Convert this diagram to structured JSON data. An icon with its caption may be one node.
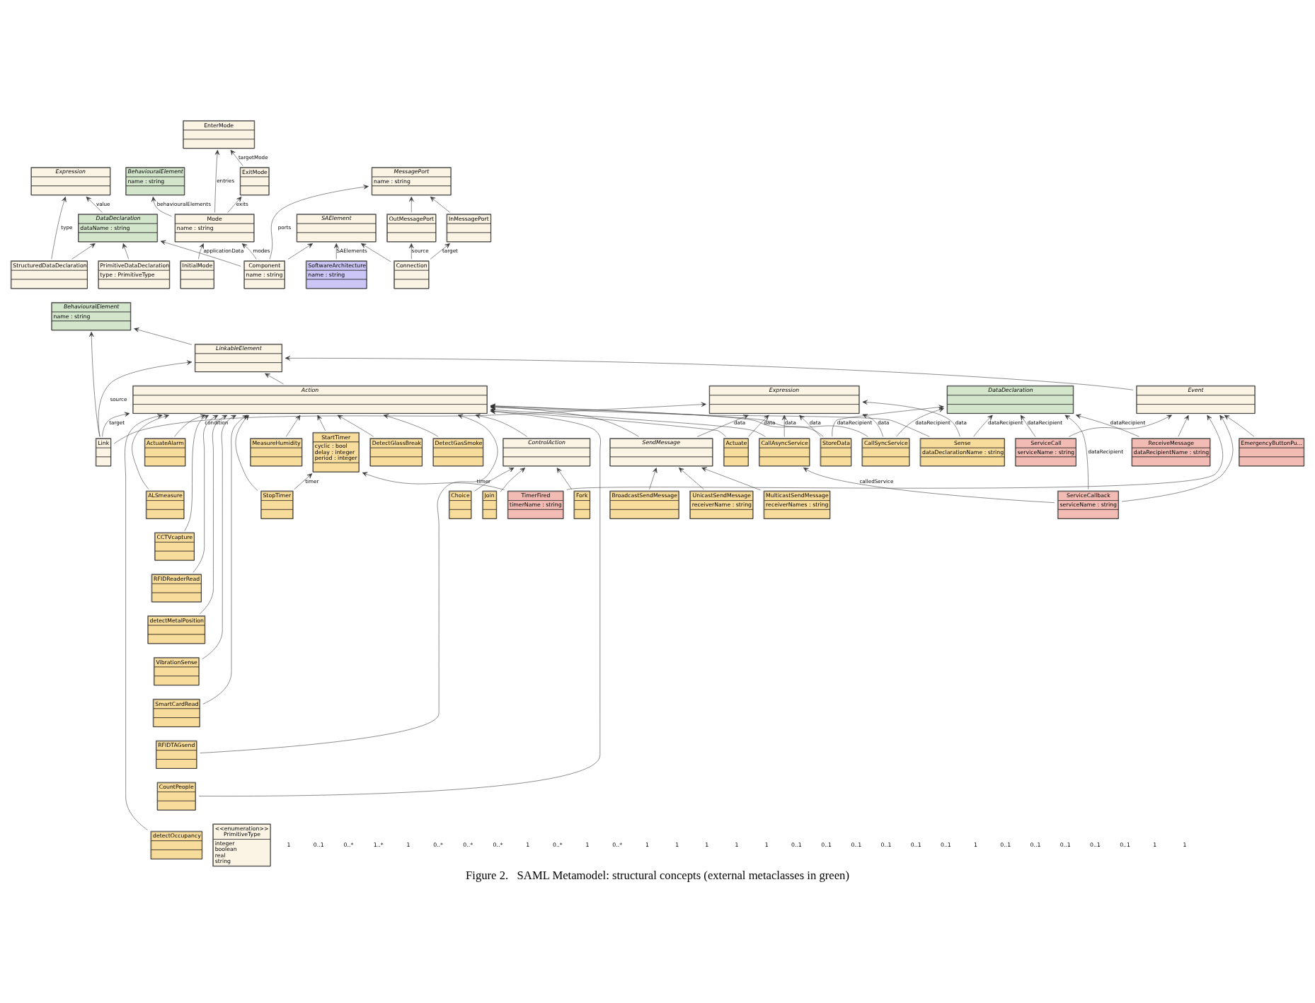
{
  "diagram": {
    "caption": "Figure 2.   SAML Metamodel: structural concepts (external metaclasses in green)",
    "nodes": [
      {
        "text": [
          "<<enumeration>>",
          "PrimitiveType",
          "integer",
          "boolean",
          "real",
          "string"
        ]
      },
      {
        "text": [
          "Expression"
        ]
      },
      {
        "text": [
          "InitialMode"
        ]
      },
      {
        "text": [
          "BehaviouralElement",
          "name : string"
        ]
      },
      {
        "text": [
          "EnterMode"
        ]
      },
      {
        "text": [
          "Mode",
          "name : string"
        ]
      },
      {
        "text": [
          "SoftwareArchitecture",
          "name : string"
        ]
      },
      {
        "text": [
          "OutMessagePort"
        ]
      },
      {
        "text": [
          "SAElement"
        ]
      },
      {
        "text": [
          "MessagePort",
          "name : string"
        ]
      },
      {
        "text": [
          "StructuredDataDeclaration"
        ]
      },
      {
        "text": [
          "ExitMode"
        ]
      },
      {
        "text": [
          "Component",
          "name : string"
        ]
      },
      {
        "text": [
          "Connection"
        ]
      },
      {
        "text": [
          "InMessagePort"
        ]
      },
      {
        "text": [
          "PrimitiveDataDeclaration",
          "type : PrimitiveType"
        ]
      },
      {
        "text": [
          "DataDeclaration",
          "dataName : string"
        ]
      },
      {
        "text": [
          "ActuateAlarm"
        ]
      },
      {
        "text": [
          "ALSmeasure"
        ]
      },
      {
        "text": [
          "CCTVcapture"
        ]
      },
      {
        "text": [
          "RFIDReaderRead"
        ]
      },
      {
        "text": [
          "detectMetalPosition"
        ]
      },
      {
        "text": [
          "VibrationSense"
        ]
      },
      {
        "text": [
          "SmartCardRead"
        ]
      },
      {
        "text": [
          "RFIDTAGsend"
        ]
      },
      {
        "text": [
          "CountPeople"
        ]
      },
      {
        "text": [
          "detectOccupancy"
        ]
      },
      {
        "text": [
          "MeasureHumidity"
        ]
      },
      {
        "text": [
          "DetectGlassBreak"
        ]
      },
      {
        "text": [
          "DetectGasSmoke"
        ]
      },
      {
        "text": [
          "Join"
        ]
      },
      {
        "text": [
          "Fork"
        ]
      },
      {
        "text": [
          "BehaviouralElement",
          "name : string"
        ]
      },
      {
        "text": [
          "Link"
        ]
      },
      {
        "text": [
          "LinkableElement"
        ]
      },
      {
        "text": [
          "TimerFired",
          "timerName : string"
        ]
      },
      {
        "text": [
          "StopTimer"
        ]
      },
      {
        "text": [
          "Choice"
        ]
      },
      {
        "text": [
          "ControlAction"
        ]
      },
      {
        "text": [
          "Action"
        ]
      },
      {
        "text": [
          "Event"
        ]
      },
      {
        "text": [
          "ServiceCall",
          "serviceName : string"
        ]
      },
      {
        "text": [
          "EmergencyButtonPu..."
        ]
      },
      {
        "text": [
          "Sense",
          "dataDeclarationName : string"
        ]
      },
      {
        "text": [
          "Actuate"
        ]
      },
      {
        "text": [
          "SendMessage"
        ]
      },
      {
        "text": [
          "CallSyncService"
        ]
      },
      {
        "text": [
          "CallAsyncService"
        ]
      },
      {
        "text": [
          "ServiceCallback",
          "serviceName : string"
        ]
      },
      {
        "text": [
          "StartTimer",
          "cyclic : bool",
          "delay : integer",
          "period : integer"
        ]
      },
      {
        "text": [
          "BroadcastSendMessage"
        ]
      },
      {
        "text": [
          "UnicastSendMessage",
          "receiverName : string"
        ]
      },
      {
        "text": [
          "MulticastSendMessage",
          "receiverNames : string"
        ]
      },
      {
        "text": [
          "ReceiveMessage",
          "dataRecipientName : string"
        ]
      },
      {
        "text": [
          "StoreData"
        ]
      },
      {
        "text": [
          "Expression"
        ]
      },
      {
        "text": [
          "DataDeclaration"
        ]
      }
    ],
    "edges": [
      {
        "from": 10,
        "to": 1,
        "arrow": "to",
        "label": "type"
      },
      {
        "from": 16,
        "to": 1,
        "arrow": "to",
        "label": "value"
      },
      {
        "from": 2,
        "to": 5,
        "arrow": "to"
      },
      {
        "from": 5,
        "to": 3,
        "arrow": "to",
        "label": "behaviouralElements"
      },
      {
        "from": 5,
        "to": 4,
        "arrow": "to",
        "label": "entries"
      },
      {
        "from": 11,
        "to": 4,
        "arrow": "to",
        "label": "targetMode"
      },
      {
        "from": 5,
        "to": 11,
        "arrow": "to",
        "label": "exits"
      },
      {
        "from": 12,
        "to": 5,
        "arrow": "to",
        "label": "modes"
      },
      {
        "from": 6,
        "to": 8,
        "arrow": "to",
        "label": "SAElements"
      },
      {
        "from": 12,
        "to": 8,
        "arrow": "to"
      },
      {
        "from": 13,
        "to": 8,
        "arrow": "to"
      },
      {
        "from": 13,
        "to": 7,
        "arrow": "to",
        "label": "source"
      },
      {
        "from": 13,
        "to": 14,
        "arrow": "to",
        "label": "target"
      },
      {
        "from": 7,
        "to": 9,
        "arrow": "to"
      },
      {
        "from": 14,
        "to": 9,
        "arrow": "to"
      },
      {
        "from": 12,
        "to": 9,
        "arrow": "to",
        "label": "ports"
      },
      {
        "from": 12,
        "to": 16,
        "arrow": "to",
        "label": "applicationData"
      },
      {
        "from": 10,
        "to": 16,
        "arrow": "to"
      },
      {
        "from": 15,
        "to": 16,
        "arrow": "to"
      },
      {
        "from": 17,
        "to": 39,
        "arrow": "to"
      },
      {
        "from": 18,
        "to": 39,
        "arrow": "to"
      },
      {
        "from": 19,
        "to": 39,
        "arrow": "to"
      },
      {
        "from": 20,
        "to": 39,
        "arrow": "to"
      },
      {
        "from": 21,
        "to": 39,
        "arrow": "to"
      },
      {
        "from": 22,
        "to": 39,
        "arrow": "to"
      },
      {
        "from": 23,
        "to": 39,
        "arrow": "to"
      },
      {
        "from": 24,
        "to": 39,
        "arrow": "to"
      },
      {
        "from": 25,
        "to": 39,
        "arrow": "to"
      },
      {
        "from": 26,
        "to": 39,
        "arrow": "to"
      },
      {
        "from": 27,
        "to": 39,
        "arrow": "to"
      },
      {
        "from": 28,
        "to": 39,
        "arrow": "to"
      },
      {
        "from": 29,
        "to": 39,
        "arrow": "to"
      },
      {
        "from": 34,
        "to": 32,
        "arrow": "to"
      },
      {
        "from": 33,
        "to": 32,
        "arrow": "to"
      },
      {
        "from": 33,
        "to": 34,
        "arrow": "to",
        "label": "source"
      },
      {
        "from": 33,
        "to": 39,
        "arrow": "to",
        "label": "target"
      },
      {
        "from": 33,
        "to": 55,
        "arrow": "to",
        "label": "condition"
      },
      {
        "from": 35,
        "to": 49,
        "arrow": "to",
        "label": "timer"
      },
      {
        "from": 36,
        "to": 49,
        "arrow": "to",
        "label": "timer"
      },
      {
        "from": 36,
        "to": 39,
        "arrow": "to"
      },
      {
        "from": 30,
        "to": 38,
        "arrow": "to"
      },
      {
        "from": 31,
        "to": 38,
        "arrow": "to"
      },
      {
        "from": 37,
        "to": 38,
        "arrow": "to"
      },
      {
        "from": 38,
        "to": 39,
        "arrow": "to"
      },
      {
        "from": 39,
        "to": 34,
        "arrow": "to"
      },
      {
        "from": 40,
        "to": 34,
        "arrow": "to"
      },
      {
        "from": 35,
        "to": 40,
        "arrow": "to"
      },
      {
        "from": 41,
        "to": 40,
        "arrow": "to"
      },
      {
        "from": 42,
        "to": 40,
        "arrow": "to"
      },
      {
        "from": 48,
        "to": 40,
        "arrow": "to"
      },
      {
        "from": 53,
        "to": 40,
        "arrow": "to"
      },
      {
        "from": 43,
        "to": 39,
        "arrow": "to"
      },
      {
        "from": 44,
        "to": 39,
        "arrow": "to"
      },
      {
        "from": 45,
        "to": 39,
        "arrow": "to"
      },
      {
        "from": 46,
        "to": 39,
        "arrow": "to"
      },
      {
        "from": 47,
        "to": 39,
        "arrow": "to"
      },
      {
        "from": 49,
        "to": 39,
        "arrow": "to"
      },
      {
        "from": 54,
        "to": 39,
        "arrow": "to"
      },
      {
        "from": 50,
        "to": 45,
        "arrow": "to"
      },
      {
        "from": 51,
        "to": 45,
        "arrow": "to"
      },
      {
        "from": 52,
        "to": 45,
        "arrow": "to"
      },
      {
        "from": 43,
        "to": 55,
        "arrow": "to",
        "label": "data"
      },
      {
        "from": 43,
        "to": 56,
        "arrow": "to",
        "label": "dataRecipient"
      },
      {
        "from": 44,
        "to": 55,
        "arrow": "to",
        "label": "data"
      },
      {
        "from": 45,
        "to": 55,
        "arrow": "to",
        "label": "data"
      },
      {
        "from": 46,
        "to": 55,
        "arrow": "to",
        "label": "data"
      },
      {
        "from": 46,
        "to": 56,
        "arrow": "to",
        "label": "dataRecipient"
      },
      {
        "from": 47,
        "to": 55,
        "arrow": "to",
        "label": "data"
      },
      {
        "from": 48,
        "to": 47,
        "arrow": "to",
        "label": "calledService"
      },
      {
        "from": 53,
        "to": 56,
        "arrow": "to",
        "label": "dataRecipient"
      },
      {
        "from": 48,
        "to": 56,
        "arrow": "to",
        "label": "dataRecipient"
      },
      {
        "from": 41,
        "to": 56,
        "arrow": "to",
        "label": "dataRecipient"
      },
      {
        "from": 54,
        "to": 55,
        "arrow": "to",
        "label": "data"
      },
      {
        "from": 54,
        "to": 56,
        "arrow": "to",
        "label": "dataRecipient"
      }
    ],
    "labels": [
      "1",
      "0..1",
      "0..*",
      "1..*",
      "1",
      "0..*",
      "0..*",
      "0..*",
      "1",
      "0..*",
      "1",
      "0..*",
      "1",
      "1",
      "1",
      "1",
      "1",
      "0..1",
      "0..1",
      "0..1",
      "0..1",
      "0..1",
      "0..1",
      "1",
      "0..1",
      "0..1",
      "0..1",
      "0..1",
      "0..1",
      "1",
      "1"
    ]
  }
}
